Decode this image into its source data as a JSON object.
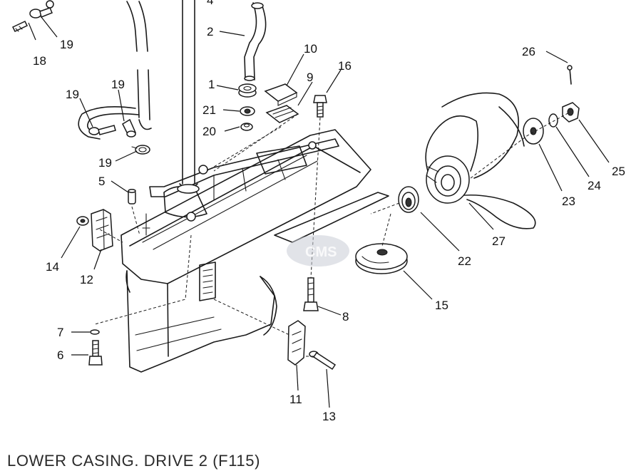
{
  "diagram": {
    "caption": "LOWER CASING. DRIVE 2 (F115)",
    "callouts": {
      "c1": "1",
      "c2": "2",
      "c4": "4",
      "c5": "5",
      "c6": "6",
      "c7": "7",
      "c8": "8",
      "c9": "9",
      "c10": "10",
      "c11": "11",
      "c12": "12",
      "c13": "13",
      "c14": "14",
      "c15": "15",
      "c16": "16",
      "c18": "18",
      "c19a": "19",
      "c19b": "19",
      "c19c": "19",
      "c19d": "19",
      "c20": "20",
      "c21": "21",
      "c22": "22",
      "c23": "23",
      "c24": "24",
      "c25": "25",
      "c26": "26",
      "c27": "27"
    },
    "watermark_text": "CMS",
    "colors": {
      "line": "#1a1a1a",
      "background": "#ffffff",
      "watermark": "#c9ccd6"
    }
  }
}
